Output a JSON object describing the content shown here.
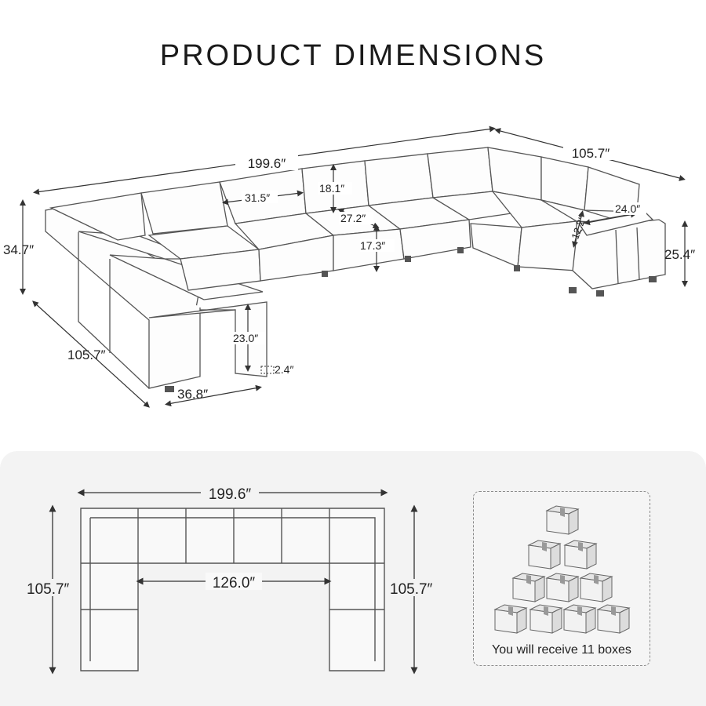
{
  "title": "PRODUCT DIMENSIONS",
  "iso_dimensions": {
    "total_width": "199.6″",
    "right_depth": "105.7″",
    "left_depth": "105.7″",
    "total_height": "34.7″",
    "arm_height": "25.4″",
    "seat_width": "31.5″",
    "back_height": "18.1″",
    "seat_depth": "27.2″",
    "seat_height": "17.3″",
    "ottoman_height": "23.0″",
    "leg_height": "2.4″",
    "ottoman_width": "36.8″",
    "pillow_width": "24.0″",
    "pillow_height": "12.2″"
  },
  "plan_dimensions": {
    "width": "199.6″",
    "inner_width": "126.0″",
    "left_depth": "105.7″",
    "right_depth": "105.7″"
  },
  "boxes": {
    "caption": "You will receive 11 boxes",
    "count": 11
  },
  "colors": {
    "line": "#555555",
    "panel_bg": "#f3f3f3",
    "box_fill": "#f2f2f2"
  }
}
